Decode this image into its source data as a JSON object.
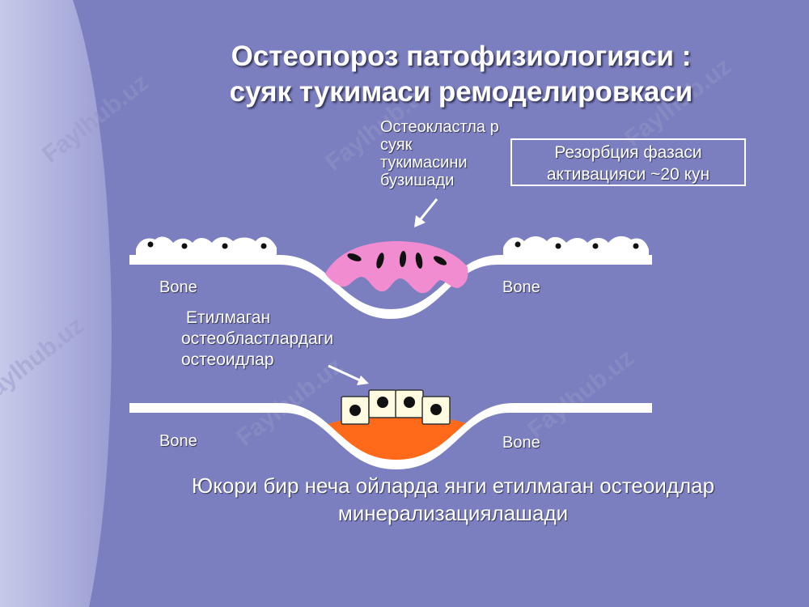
{
  "title": {
    "line1": "Остеопороз патофизиологияси :",
    "line2": "суяк тукимаси ремоделировкаси"
  },
  "labels": {
    "osteoclast_caption": "Остеокластла р суяк тукимасини бузишади",
    "resorption_box": {
      "line1": "Резорбция фазаси",
      "line2": "активацияси ~20 кун"
    },
    "bone": "Bone",
    "osteoid_caption": " Етилмаган остеобластлардаги остеоидлар",
    "bottom_caption": {
      "line1": "Юкори бир неча ойларда янги етилмаган остеоидлар",
      "line2": "минерализациялашади"
    }
  },
  "watermark": "Faylhub.uz",
  "colors": {
    "background": "#7b7fbf",
    "osteoclast": "#f08ccf",
    "osteoid": "#ff6a1a",
    "bone_line": "#ffffff"
  }
}
